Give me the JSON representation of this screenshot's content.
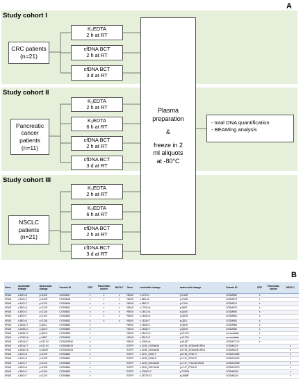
{
  "panels": {
    "a": "A",
    "b": "B"
  },
  "cohorts": [
    {
      "title": "Study cohort I",
      "patients": [
        "CRC patients",
        "(n=21)"
      ],
      "conditions": [
        [
          "K₂EDTA",
          "2 h at RT"
        ],
        [
          "cfDNA BCT",
          "2 h at RT"
        ],
        [
          "cfDNA BCT",
          "3 d at RT"
        ]
      ]
    },
    {
      "title": "Study cohort II",
      "patients": [
        "Pancreatic",
        "cancer",
        "patients",
        "(n=11)"
      ],
      "conditions": [
        [
          "K₂EDTA",
          "2 h at RT"
        ],
        [
          "K₂EDTA",
          "6 h at RT"
        ],
        [
          "cfDNA BCT",
          "2 h at RT"
        ],
        [
          "cfDNA BCT",
          "3 d at RT"
        ]
      ]
    },
    {
      "title": "Study cohort III",
      "patients": [
        "NSCLC",
        "patients",
        "(n=21)"
      ],
      "conditions": [
        [
          "K₂EDTA",
          "2 h at RT"
        ],
        [
          "K₂EDTA",
          "6 h at RT"
        ],
        [
          "cfDNA BCT",
          "2 h at RT"
        ],
        [
          "cfDNA BCT",
          "3 d at RT"
        ]
      ]
    }
  ],
  "plasma": [
    "Plasma",
    "preparation",
    "",
    "&",
    "",
    "freeze in 2",
    "ml aliquots",
    "at -80°C"
  ],
  "analysis": [
    "- total DNA quantification",
    "- BEAMing analysis"
  ],
  "table": {
    "headers": [
      "Gene",
      "nucleotide change",
      "amino acid change",
      "Cosmic ID",
      "CRC",
      "Pancreatic cancer",
      "NSCLC",
      "Gene",
      "nucleotide change",
      "amino acid change",
      "Cosmic ID",
      "CRC",
      "Pancreatic cancer",
      "NSCLC"
    ],
    "rows": [
      [
        "KRAS",
        "c.34G>A",
        "p.G12S",
        "COSM517",
        "x",
        "x",
        "x",
        "NRAS",
        "c.37G>C",
        "p.G13R",
        "COSM569",
        "x",
        "",
        ""
      ],
      [
        "KRAS",
        "c.34G>C",
        "p.G12R",
        "COSM518",
        "x",
        "x",
        "x",
        "NRAS",
        "c.38G>A",
        "p.G13D",
        "COSM573",
        "x",
        "",
        ""
      ],
      [
        "KRAS",
        "c.34G>T",
        "p.G12C",
        "COSM516",
        "x",
        "x",
        "x",
        "NRAS",
        "c.38G>T",
        "p.G13V",
        "COSM574",
        "x",
        "",
        ""
      ],
      [
        "KRAS",
        "c.35G>A",
        "p.G12D",
        "COSM521",
        "x",
        "x",
        "x",
        "NRAS",
        "c.175G>A",
        "p.A59T",
        "COSM578",
        "x",
        "",
        ""
      ],
      [
        "KRAS",
        "c.35G>C",
        "p.G12A",
        "COSM522",
        "x",
        "x",
        "x",
        "NRAS",
        "c.181C>A",
        "p.Q61K",
        "COSM580",
        "x",
        "",
        ""
      ],
      [
        "KRAS",
        "c.35G>T",
        "p.G12V",
        "COSM520",
        "x",
        "x",
        "x",
        "NRAS",
        "c.182A>G",
        "p.Q61R",
        "COSM584",
        "x",
        "",
        ""
      ],
      [
        "KRAS",
        "c.38G>A",
        "p.G13D",
        "COSM532",
        "x",
        "x",
        "x",
        "NRAS",
        "c.182A>T",
        "p.Q61L",
        "COSM583",
        "x",
        "",
        ""
      ],
      [
        "KRAS",
        "c.182A>T",
        "p.Q61L",
        "COSM553",
        "x",
        "",
        "",
        "NRAS",
        "c.183A>C",
        "p.Q61H",
        "COSM586",
        "x",
        "",
        ""
      ],
      [
        "KRAS",
        "c.183A>C",
        "p.Q61H",
        "COSM554",
        "x",
        "",
        "",
        "NRAS",
        "c.183A>T",
        "p.Q61H",
        "COSM585",
        "x",
        "",
        ""
      ],
      [
        "KRAS",
        "c.183A>T",
        "p.Q61H",
        "COSM555",
        "x",
        "",
        "",
        "NRAS",
        "c.351G>C",
        "p.K117N",
        "not available",
        "x",
        "",
        ""
      ],
      [
        "KRAS",
        "c.175G>A",
        "p.A59T",
        "COSM546",
        "x",
        "",
        "",
        "NRAS",
        "c.351G>T",
        "p.K117N",
        "not available",
        "x",
        "",
        ""
      ],
      [
        "KRAS",
        "c.351A>C",
        "p.K117N",
        "COSM19940",
        "x",
        "",
        "",
        "NRAS",
        "c.436G>A",
        "p.A146T",
        "COSM27174",
        "x",
        "",
        ""
      ],
      [
        "KRAS",
        "c.351A>T",
        "p.K117N",
        "COSM28519",
        "x",
        "",
        "",
        "EGFR",
        "c.2235_2249del15",
        "p.E746_A750delELREA",
        "COSM6223",
        "",
        "",
        "x"
      ],
      [
        "KRAS",
        "c.436G>A",
        "p.A146T",
        "COSM19404",
        "x",
        "",
        "",
        "EGFR",
        "c.2236_2250del15",
        "p.E746_A750delELREA",
        "COSM6225",
        "",
        "",
        "x"
      ],
      [
        "KRAS",
        "c.34G>A",
        "p.G12S",
        "COSM563",
        "x",
        "",
        "",
        "EGFR",
        "c.2237_2255>T",
        "p.E746_S752>V",
        "COSM12384",
        "",
        "",
        "x"
      ],
      [
        "KRAS",
        "c.34G>C",
        "p.G12R",
        "COSM561",
        "x",
        "",
        "",
        "EGFR",
        "c.2239_2248>C",
        "p.L747_A750>P",
        "COSM12422",
        "",
        "",
        "x"
      ],
      [
        "KRAS",
        "c.34G>T",
        "p.G12C",
        "COSM562",
        "x",
        "",
        "",
        "EGFR",
        "c.2239_2264del15",
        "p.L747_T751delLREAT",
        "COSM12369",
        "",
        "",
        "x"
      ],
      [
        "KRAS",
        "c.35G>A",
        "p.G12D",
        "COSM564",
        "x",
        "",
        "",
        "EGFR",
        "c.2240_2257del18",
        "p.L747_P753>S",
        "COSM12370",
        "",
        "",
        "x"
      ],
      [
        "KRAS",
        "c.35G>C",
        "p.G12A",
        "COSM565",
        "x",
        "",
        "",
        "EGFR",
        "c.2369C>T",
        "p.T790M",
        "COSM6240",
        "",
        "",
        "x"
      ],
      [
        "KRAS",
        "c.35G>T",
        "p.G12V",
        "COSM566",
        "x",
        "",
        "",
        "EGFR",
        "c.2573T>G",
        "p.L858R",
        "COSM6224",
        "",
        "",
        "x"
      ]
    ]
  }
}
